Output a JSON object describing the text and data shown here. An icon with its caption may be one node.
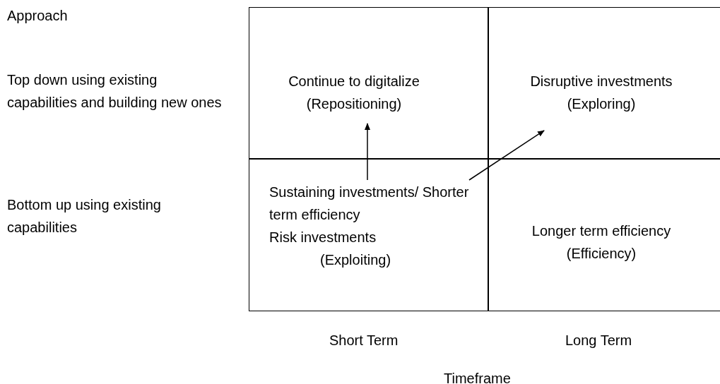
{
  "diagram": {
    "nodes": [
      {
        "text": [],
        "shape": "box"
      },
      {
        "text": [],
        "shape": "box"
      },
      {
        "text": [],
        "shape": "box"
      },
      {
        "text": [],
        "shape": "box"
      },
      {
        "text": [
          "Continue to digitalize (Repositioning)"
        ],
        "in": 0
      },
      {
        "text": [
          "Disruptive investments (Exploring)"
        ],
        "in": 1
      },
      {
        "text": [
          "Sustaining investments/ Shorter term efficiency",
          "Risk investments",
          "(Exploiting)"
        ],
        "in": 2
      },
      {
        "text": [
          "Longer term efficiency (Efficiency)"
        ],
        "in": 3
      }
    ],
    "edges": [
      {
        "from": 6,
        "to": 4,
        "arrow": "to"
      },
      {
        "from": 6,
        "to": 5,
        "arrow": "to"
      }
    ],
    "labels": [
      "Approach",
      "Top down using existing capabilities and building new ones",
      "Bottom up using existing capabilities",
      "Short Term",
      "Long Term",
      "Timeframe"
    ]
  }
}
